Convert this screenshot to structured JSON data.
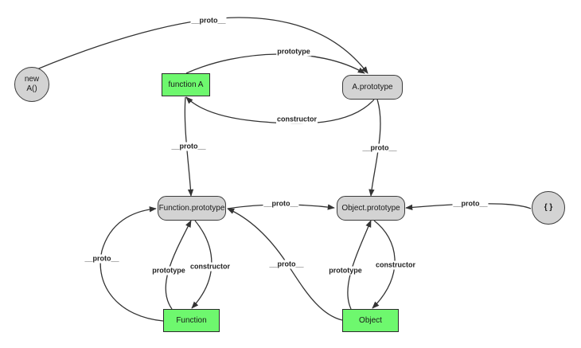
{
  "nodes": {
    "new_a": "new\nA()",
    "function_a": "function A",
    "a_prototype": "A.prototype",
    "function_prototype": "Function.prototype",
    "object_prototype": "Object.prototype",
    "empty_object": "{ }",
    "function_ctor": "Function",
    "object_ctor": "Object"
  },
  "edges": {
    "new_a_proto": "__proto__",
    "function_a_prototype": "prototype",
    "a_prototype_constructor": "constructor",
    "function_a_proto": "__proto__",
    "a_prototype_proto": "__proto__",
    "function_prototype_proto": "__proto__",
    "empty_object_proto": "__proto__",
    "function_ctor_proto": "__proto__",
    "function_ctor_prototype": "prototype",
    "function_prototype_constructor": "constructor",
    "object_ctor_proto": "__proto__",
    "object_ctor_prototype": "prototype",
    "object_prototype_constructor": "constructor"
  },
  "colors": {
    "builtin_node_fill": "#d3d3d3",
    "constructor_node_fill": "#6ef86e",
    "edge": "#333333"
  }
}
